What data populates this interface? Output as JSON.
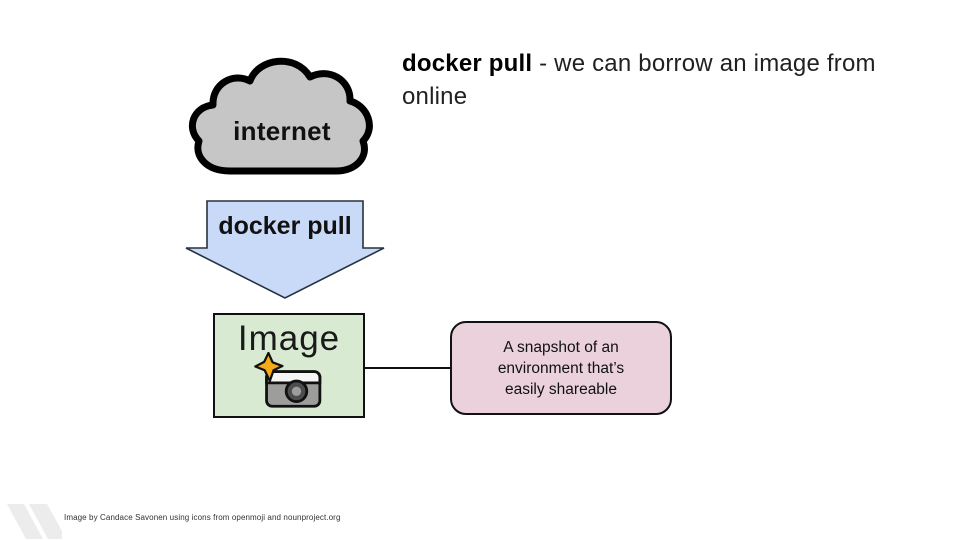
{
  "header": {
    "title_command": "docker pull",
    "title_rest": " - we can borrow an image from online"
  },
  "diagram": {
    "cloud_label": "internet",
    "arrow_label": "docker pull",
    "image_box_label": "Image",
    "callout_text": "A snapshot of an environment that’s easily shareable"
  },
  "footer": {
    "attribution": "Image by Candace Savonen using icons from openmoji and nounproject.org"
  },
  "icons": {
    "cloud": "cloud-icon",
    "down_arrow": "down-arrow-icon",
    "camera": "camera-with-flash-icon",
    "decoration": "corner-chevron-decoration"
  },
  "colors": {
    "cloud_fill": "#c6c6c6",
    "cloud_stroke": "#000000",
    "arrow_fill": "#c9daf8",
    "image_box_fill": "#d9ead3",
    "callout_fill": "#ead1dc",
    "star_gold": "#f6ab18",
    "decoration_gray": "#ececec"
  }
}
